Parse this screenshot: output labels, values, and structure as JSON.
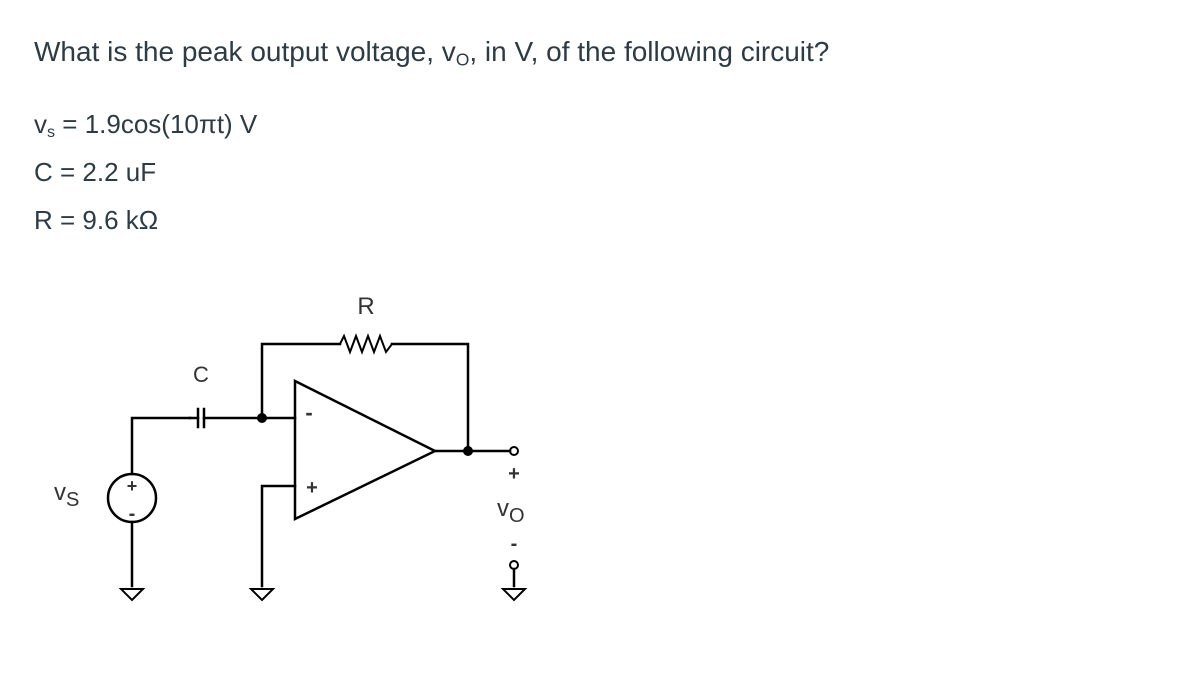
{
  "question": {
    "prefix": "What is the peak output voltage, v",
    "sub": "O",
    "suffix": ", in V, of the following circuit?"
  },
  "params": [
    {
      "sym": "v",
      "sub": "s",
      "rest": " = 1.9cos(10πt) V"
    },
    {
      "sym": "C",
      "sub": "",
      "rest": " = 2.2 uF"
    },
    {
      "sym": "R",
      "sub": "",
      "rest": " = 9.6 kΩ"
    }
  ],
  "circuit": {
    "resistor_label": "R",
    "capacitor_label": "C",
    "source_label": "v",
    "source_label_sub": "S",
    "output_label": "v",
    "output_label_sub": "O",
    "opamp_minus": "-",
    "opamp_plus": "+",
    "source_plus": "+",
    "source_minus": "-",
    "output_plus": "+",
    "output_minus": "-"
  }
}
